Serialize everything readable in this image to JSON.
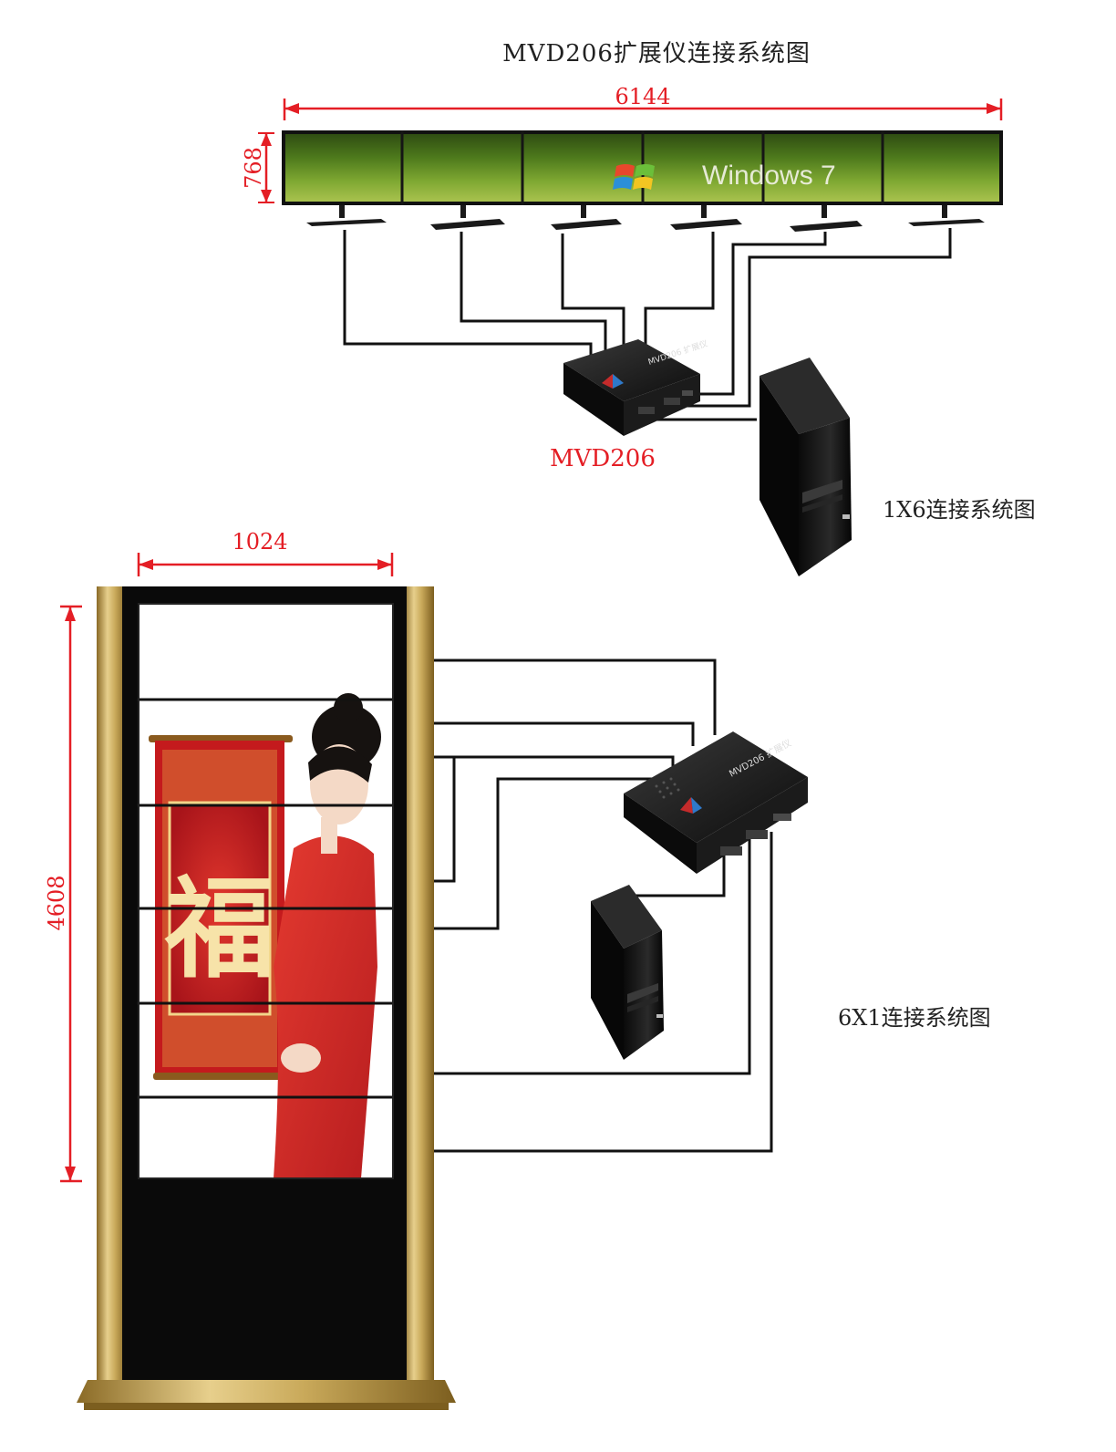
{
  "title": "MVD206扩展仪连接系统图",
  "dimensions": {
    "top_width": "6144",
    "top_height": "768",
    "bottom_width": "1024",
    "bottom_height": "4608"
  },
  "device_label": "MVD206",
  "device_panel_text": "MVD206 扩展仪",
  "captions": {
    "top": "1X6连接系统图",
    "bottom": "6X1连接系统图"
  },
  "wallpaper_text": "Windows 7",
  "scroll_character": "福",
  "colors": {
    "dimension": "#e41e25",
    "cable": "#111111",
    "frame_gold": "#c9a95a",
    "screen_green": "#5c8a28",
    "scroll_red": "#c8201f"
  }
}
